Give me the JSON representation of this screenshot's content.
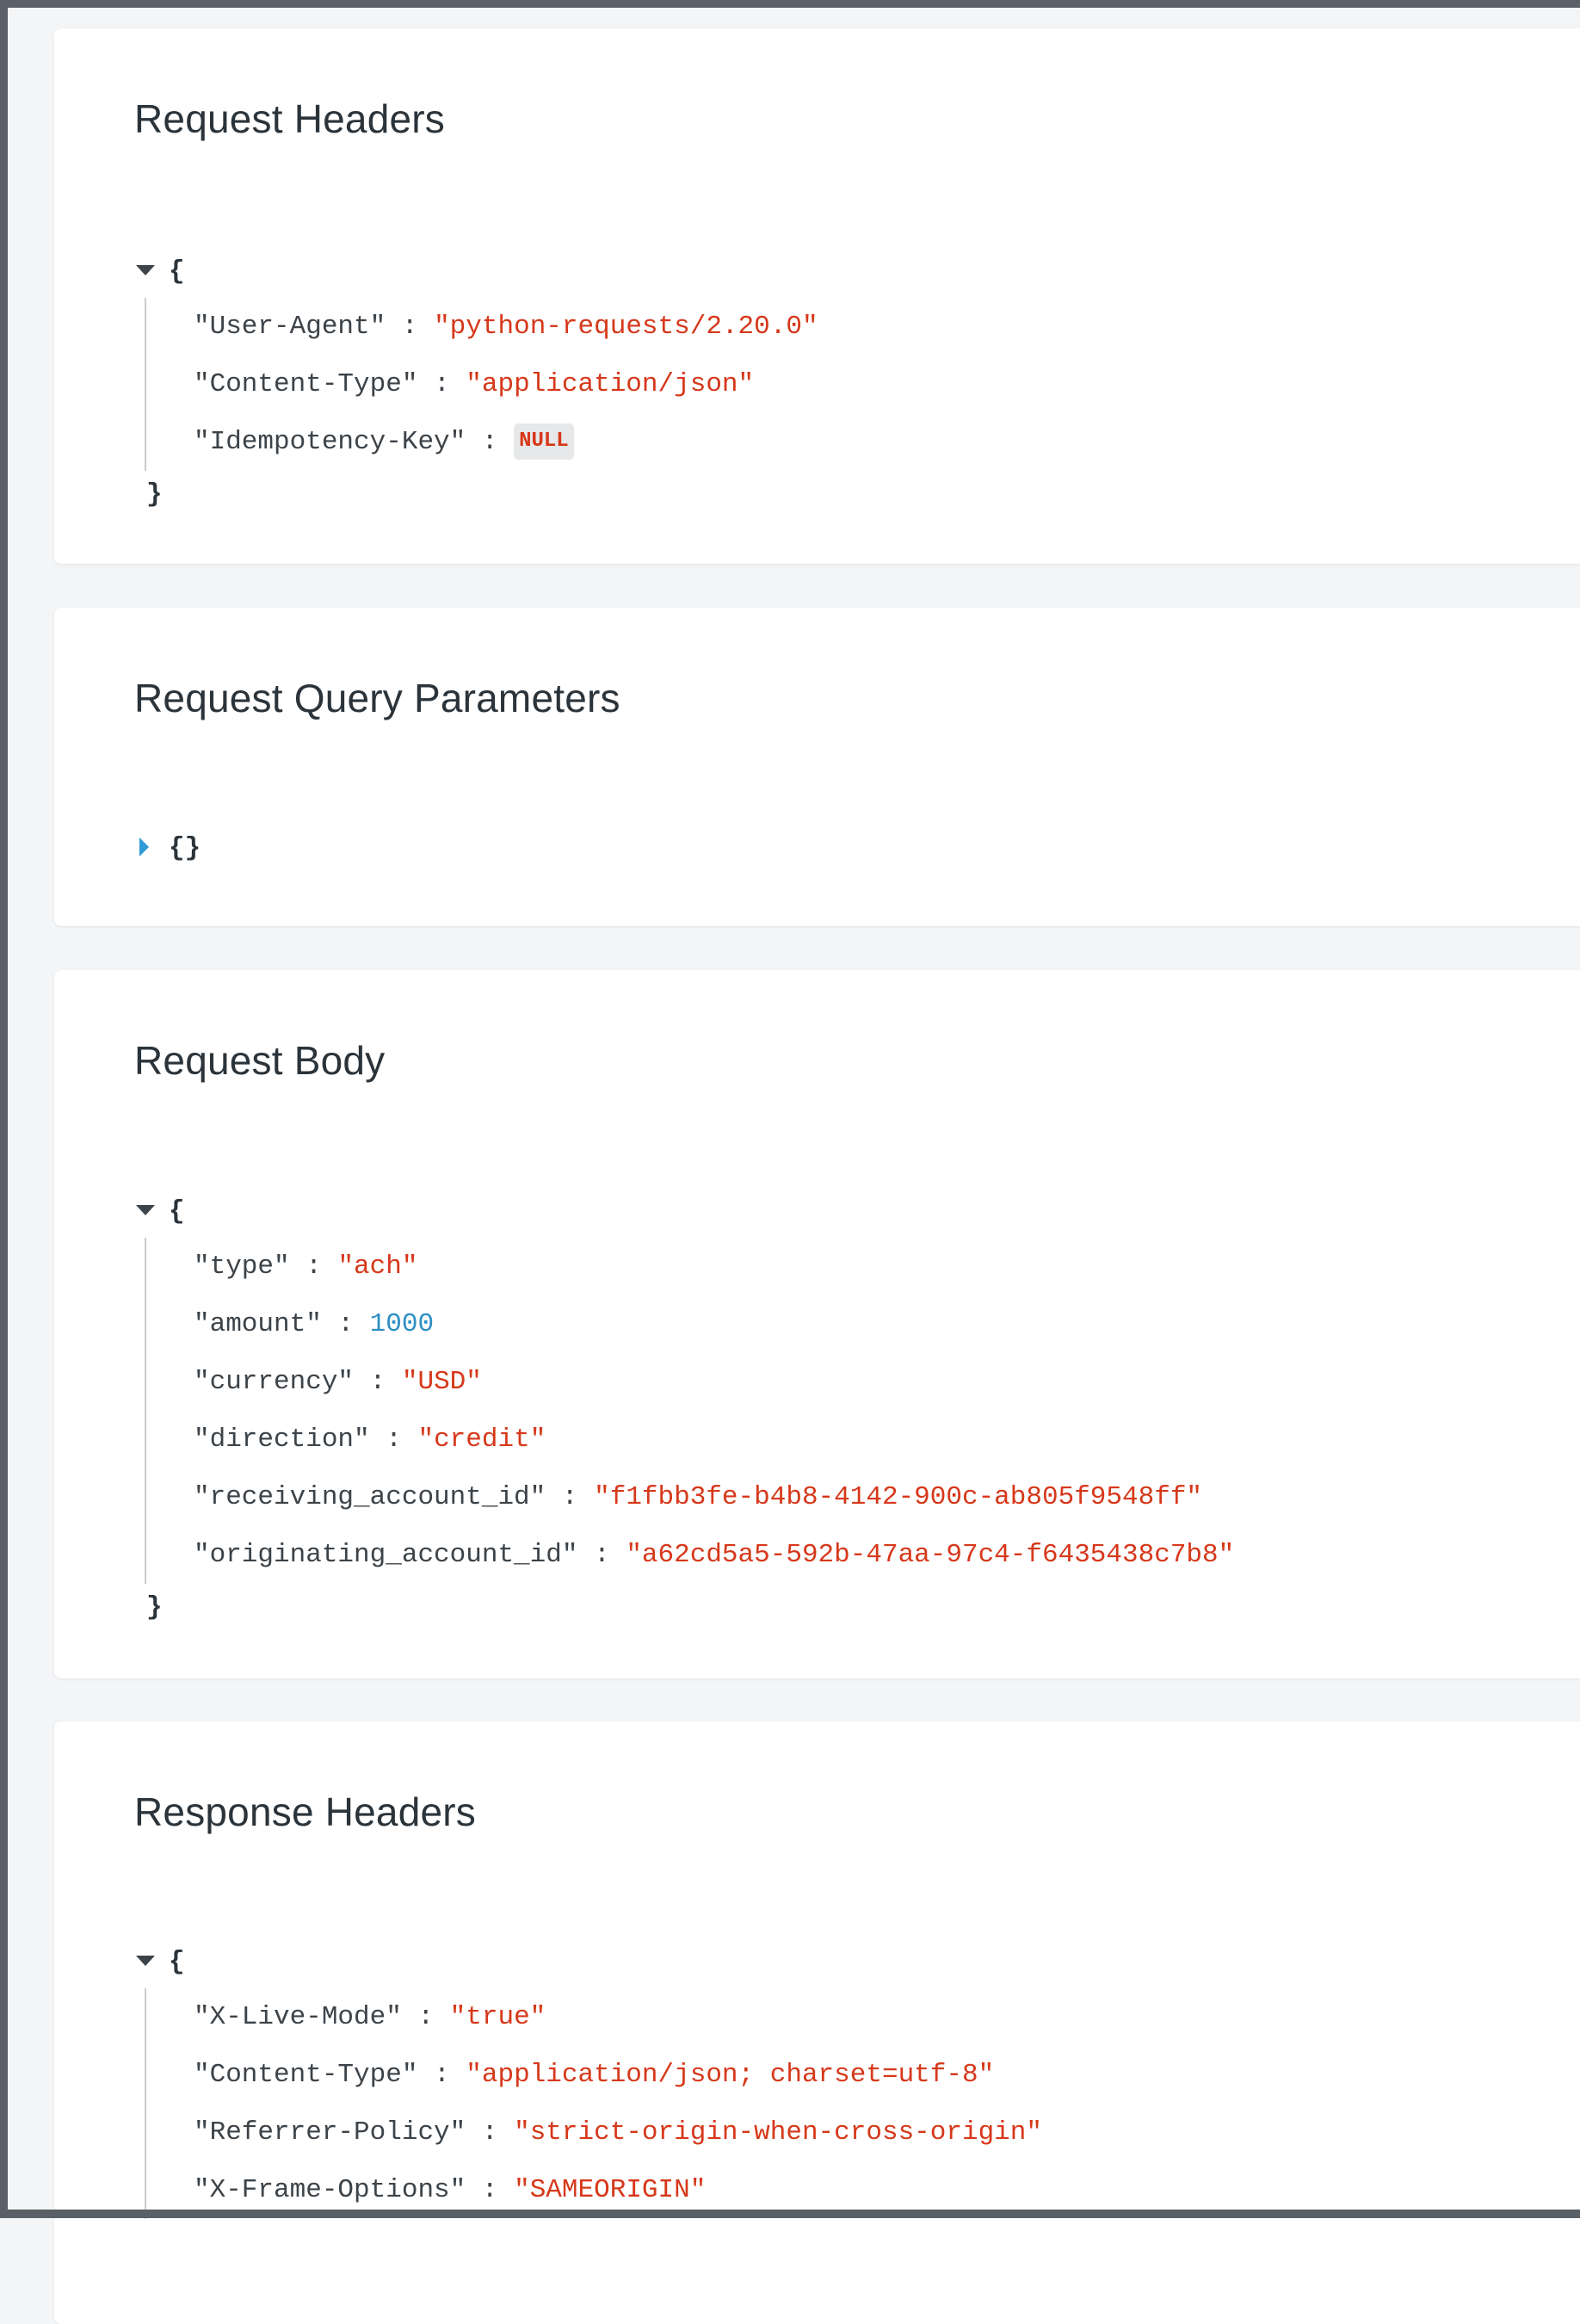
{
  "sections": {
    "request_headers": {
      "title": "Request Headers",
      "open_brace": "{",
      "close_brace": "}",
      "entries": [
        {
          "key": "\"User-Agent\"",
          "value": "\"python-requests/2.20.0\""
        },
        {
          "key": "\"Content-Type\"",
          "value": "\"application/json\""
        },
        {
          "key": "\"Idempotency-Key\"",
          "value": "NULL"
        }
      ]
    },
    "request_query_parameters": {
      "title": "Request Query Parameters",
      "collapsed_value": "{}"
    },
    "request_body": {
      "title": "Request Body",
      "open_brace": "{",
      "close_brace": "}",
      "entries": [
        {
          "key": "\"type\"",
          "value": "\"ach\""
        },
        {
          "key": "\"amount\"",
          "value": "1000"
        },
        {
          "key": "\"currency\"",
          "value": "\"USD\""
        },
        {
          "key": "\"direction\"",
          "value": "\"credit\""
        },
        {
          "key": "\"receiving_account_id\"",
          "value": "\"f1fbb3fe-b4b8-4142-900c-ab805f9548ff\""
        },
        {
          "key": "\"originating_account_id\"",
          "value": "\"a62cd5a5-592b-47aa-97c4-f6435438c7b8\""
        }
      ]
    },
    "response_headers": {
      "title": "Response Headers",
      "open_brace": "{",
      "entries": [
        {
          "key": "\"X-Live-Mode\"",
          "value": "\"true\""
        },
        {
          "key": "\"Content-Type\"",
          "value": "\"application/json; charset=utf-8\""
        },
        {
          "key": "\"Referrer-Policy\"",
          "value": "\"strict-origin-when-cross-origin\""
        },
        {
          "key": "\"X-Frame-Options\"",
          "value": "\"SAMEORIGIN\""
        }
      ]
    }
  },
  "separator": ":",
  "colors": {
    "string": "#d6381a",
    "number": "#2c8fc4",
    "collapsed_toggle": "#2f9bd6",
    "frame": "#596067",
    "background": "#f4f5f7"
  }
}
